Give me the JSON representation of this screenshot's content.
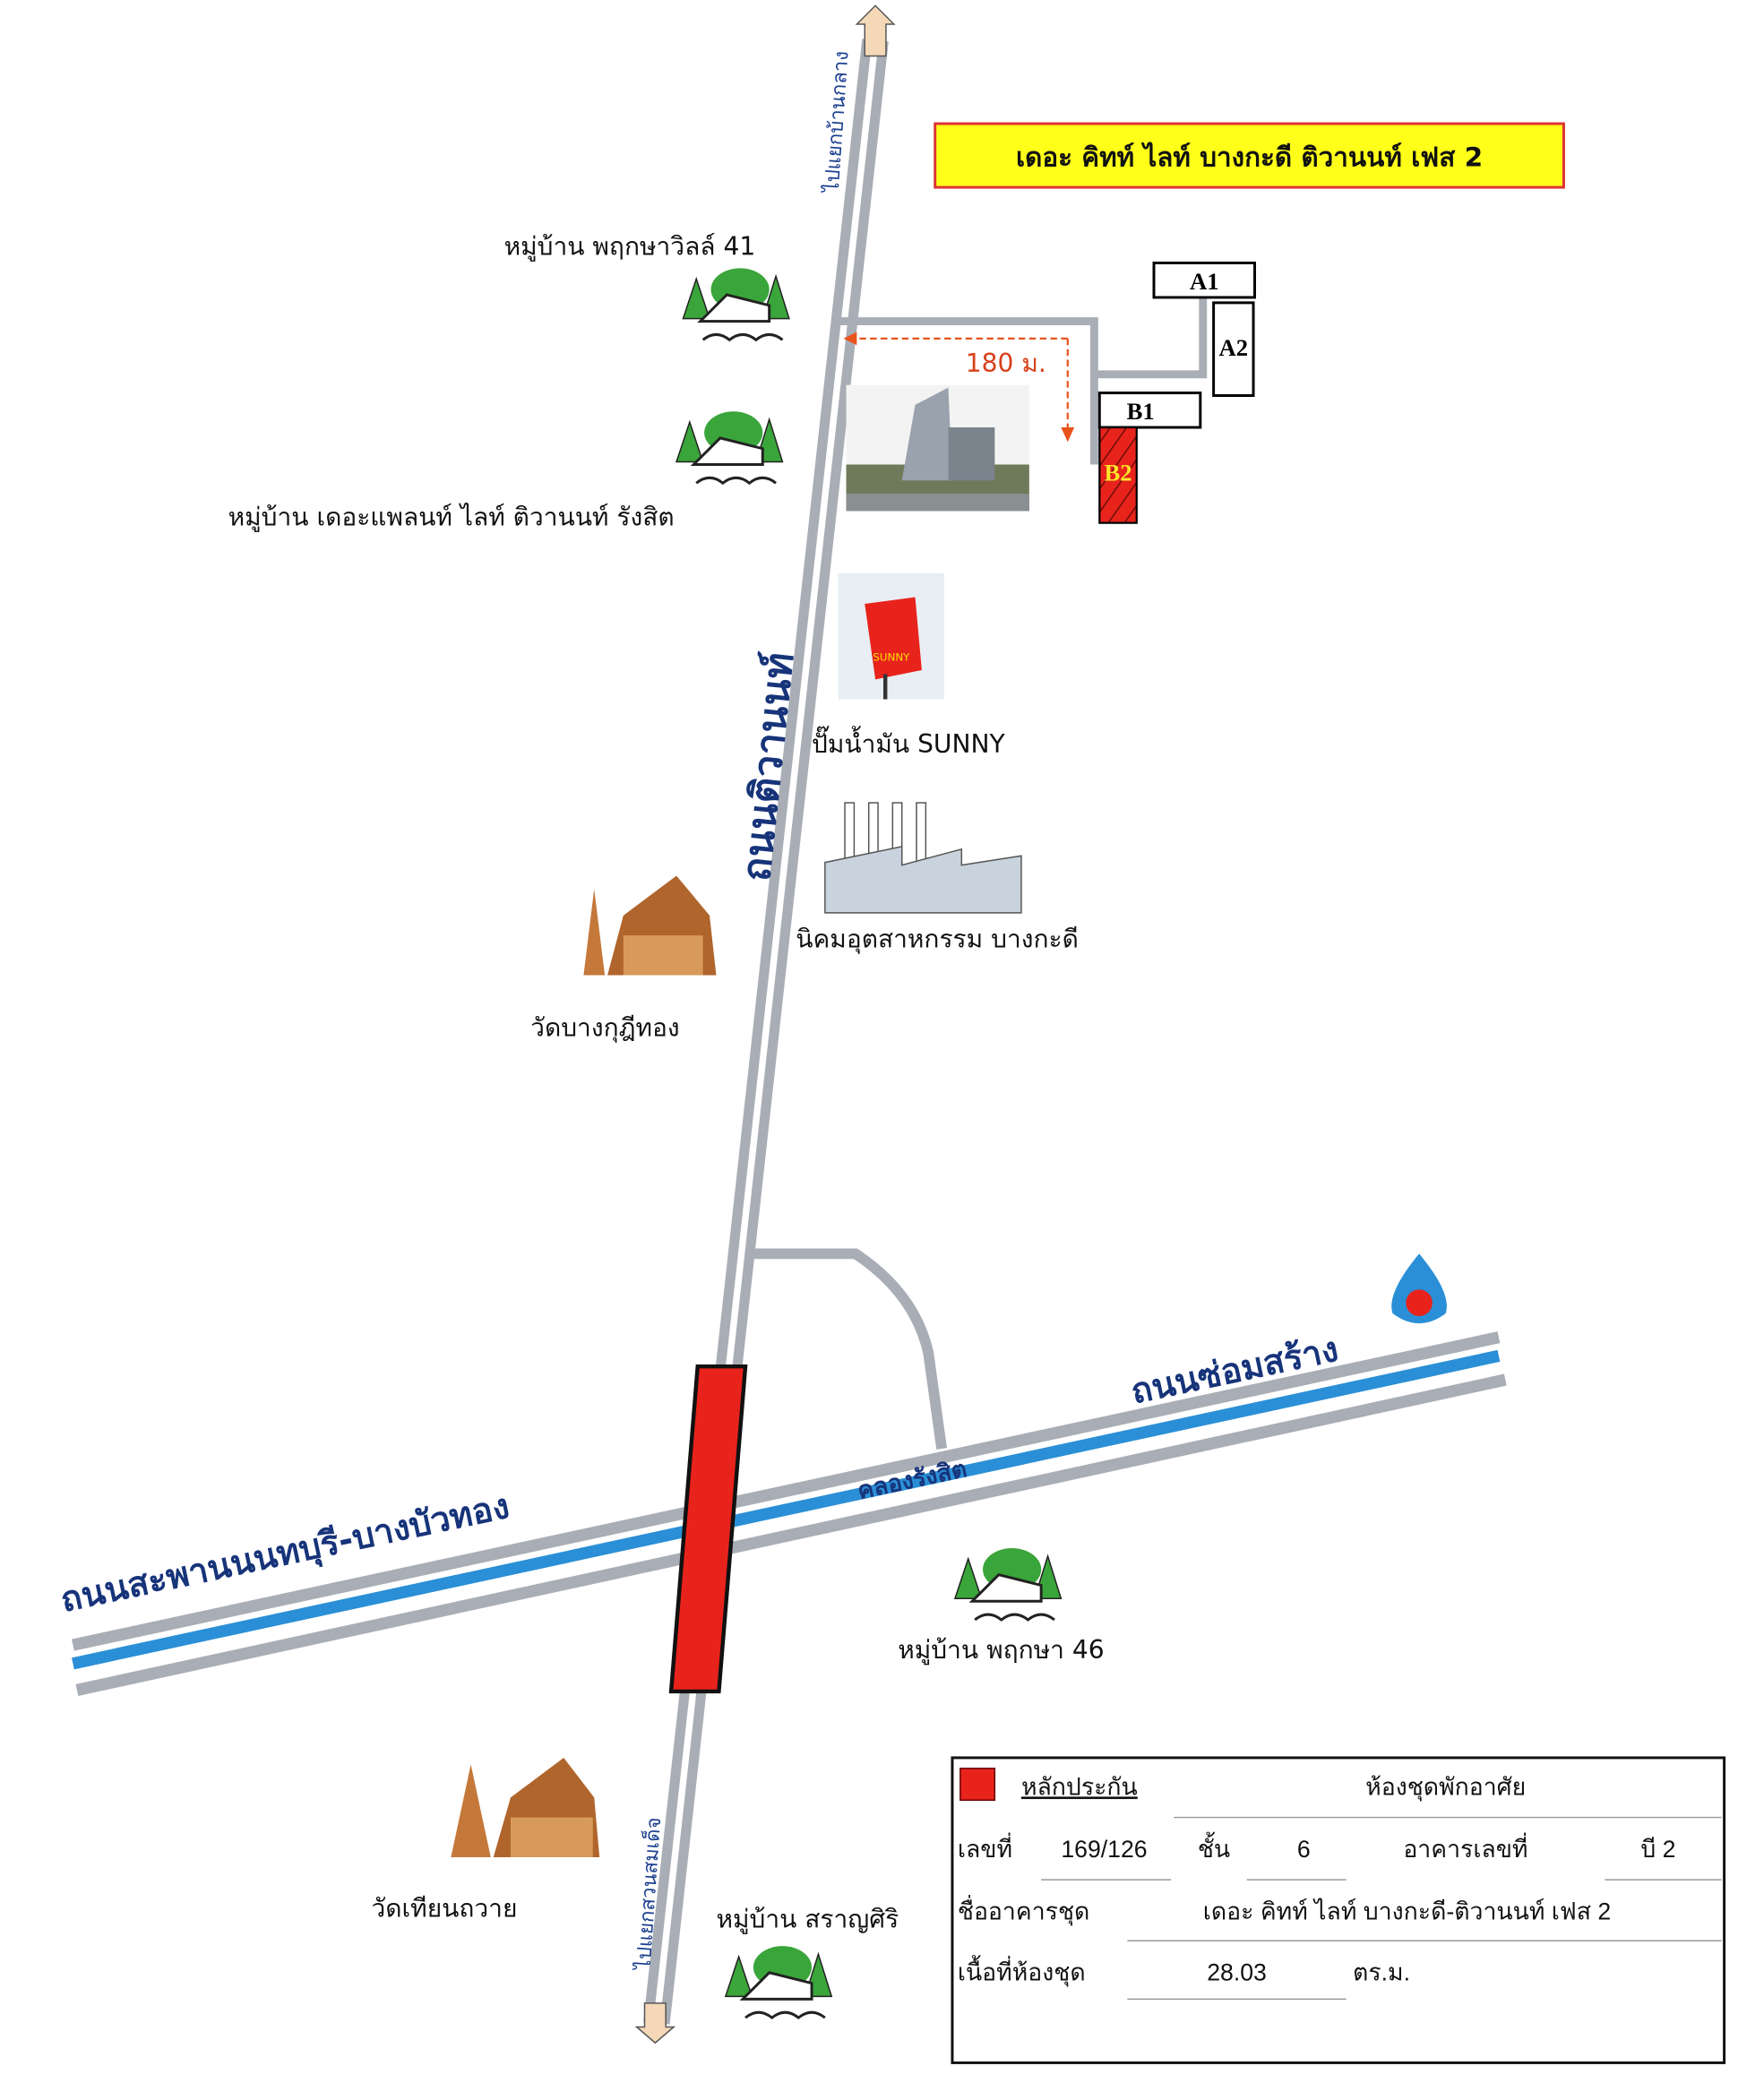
{
  "title": "เดอะ คิทท์ ไลท์ บางกะดี ติวานนท์ เฟส 2",
  "distance_label": "180 ม.",
  "buildings": {
    "a1": "A1",
    "a2": "A2",
    "b1": "B1",
    "b2": "B2"
  },
  "roads": {
    "main": "ถนนติวานนท์",
    "north_direction": "ไปแยกบ้านกลาง",
    "south_direction": "ไปแยกสวนสมเด็จ",
    "cross_west": "ถนนสะพานนนทบุรี-บางบัวทอง",
    "cross_east": "ถนนซ่อมสร้าง",
    "canal": "คลองรังสิต"
  },
  "landmarks": {
    "village_pruksa_ville_41": "หมู่บ้าน  พฤกษาวิลล์ 41",
    "village_plant_light": "หมู่บ้าน  เดอะแพลนท์ ไลท์ ติวานนท์ รังสิต",
    "gas_station": "ปั๊มน้ำมัน SUNNY",
    "sunny_sign": "SUNNY",
    "industrial_estate": "นิคมอุตสาหกรรม บางกะดี",
    "temple_bang_kudi_thong": "วัดบางกุฎีทอง",
    "village_pruksa_46": "หมู่บ้าน พฤกษา 46",
    "temple_thian_thawai": "วัดเทียนถวาย",
    "village_saransiri": "หมู่บ้าน สราญศิริ"
  },
  "legend": {
    "collateral_label": "หลักประกัน",
    "collateral_color": "#e8231c",
    "property_type": "ห้องชุดพักอาศัย",
    "unit_no_label": "เลขที่",
    "unit_no": "169/126",
    "floor_label": "ชั้น",
    "floor": "6",
    "building_no_label": "อาคารเลขที่",
    "building_no": "บี 2",
    "condo_name_label": "ชื่ออาคารชุด",
    "condo_name": "เดอะ คิทท์ ไลท์ บางกะดี-ติวานนท์ เฟส 2",
    "area_label": "เนื้อที่ห้องชุด",
    "area": "28.03",
    "area_unit": "ตร.ม."
  },
  "colors": {
    "road": "#a9adb5",
    "canal": "#2a8fd6",
    "title_bg": "#ffff1a",
    "bridge": "#e8231c"
  }
}
